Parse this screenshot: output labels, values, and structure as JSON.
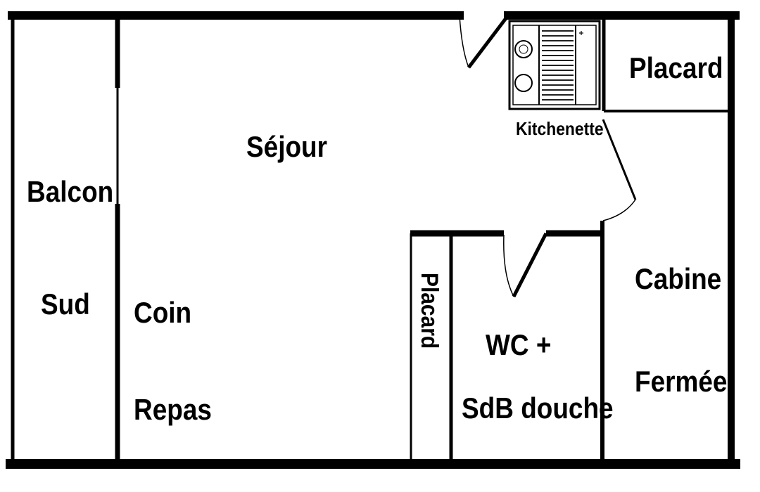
{
  "plan": {
    "rooms": {
      "balcon": {
        "line1": "Balcon",
        "line2": "Sud"
      },
      "sejour": {
        "name": "Séjour"
      },
      "coin_repas": {
        "line1": "Coin",
        "line2": "Repas"
      },
      "kitchenette": {
        "name": "Kitchenette"
      },
      "placard_top": {
        "name": "Placard"
      },
      "placard_vertical": {
        "name": "Placard"
      },
      "wc_sdb": {
        "line1": "WC +",
        "line2": "SdB douche"
      },
      "cabine": {
        "line1": "Cabine",
        "line2": "Fermée"
      }
    },
    "colors": {
      "wall": "#000000",
      "background": "#ffffff"
    }
  }
}
